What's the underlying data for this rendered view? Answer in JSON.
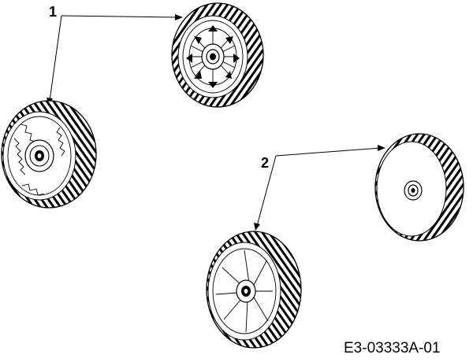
{
  "callouts": {
    "label_1": "1",
    "label_2": "2"
  },
  "drawing_code": "E3-03333A-01",
  "parts": [
    {
      "callout": "1",
      "description": "front wheel, open hub (rear view)"
    },
    {
      "callout": "1",
      "description": "front wheel, spoked hub (front view)"
    },
    {
      "callout": "2",
      "description": "rear wheel, closed disc"
    },
    {
      "callout": "2",
      "description": "rear wheel, ribbed hub"
    }
  ],
  "colors": {
    "line": "#000000",
    "background": "#ffffff"
  }
}
